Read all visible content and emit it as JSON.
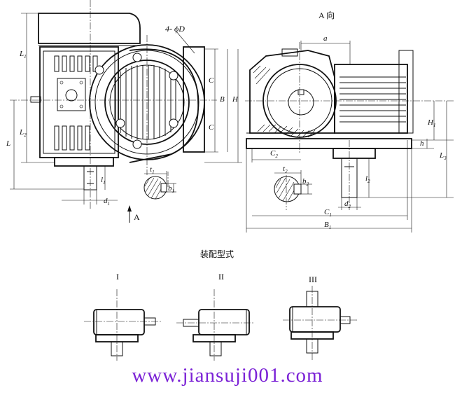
{
  "view_a_title": "A 向",
  "section_title": "装配型式",
  "hole_label": "4- ϕD",
  "arrow_label": "A",
  "roman": [
    "I",
    "II",
    "III"
  ],
  "left_dims": {
    "L1": "L",
    "L1_sub": "1",
    "L2": "L",
    "L2_sub": "2",
    "L": "L",
    "C": "C",
    "C2": "C",
    "B": "B",
    "H": "H"
  },
  "shaft_dims": {
    "t1": "t",
    "t1_sub": "1",
    "b1": "b",
    "b1_sub": "1",
    "l1": "l",
    "l1_sub": "1",
    "d1": "d",
    "d1_sub": "1"
  },
  "right_dims": {
    "a": "a",
    "H1": "H",
    "H1_sub": "1",
    "h": "h",
    "L3": "L",
    "L3_sub": "3",
    "C2": "C",
    "C2_sub": "2",
    "t2": "t",
    "t2_sub": "2",
    "b2": "b",
    "b2_sub": "2",
    "l2": "l",
    "l2_sub": "2",
    "d2": "d",
    "d2_sub": "2",
    "C1": "C",
    "C1_sub": "1",
    "B1": "B",
    "B1_sub": "1"
  },
  "watermark": "www.jiansuji001.com",
  "colors": {
    "watermark": "#7b22d6",
    "ink": "#111111"
  }
}
